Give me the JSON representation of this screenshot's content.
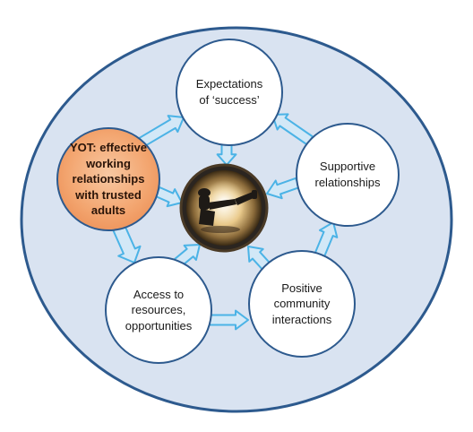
{
  "diagram": {
    "nodes": {
      "expectations": "Expectations\nof ‘success’",
      "supportive": "Supportive\nrelationships",
      "positive": "Positive\ncommunity\ninteractions",
      "access": "Access to\nresources,\nopportunities",
      "yot": "YOT: effective\nworking\nrelationships\nwith trusted\nadults"
    },
    "center_image": "person-in-tube-photo",
    "colors": {
      "outer_fill": "#d9e3f1",
      "outer_stroke": "#2d5a8e",
      "node_stroke": "#2d5a8e",
      "arrow_fill": "#d2e8f7",
      "arrow_stroke": "#4bb3e6",
      "yot_fill": "#f3a56f"
    }
  }
}
